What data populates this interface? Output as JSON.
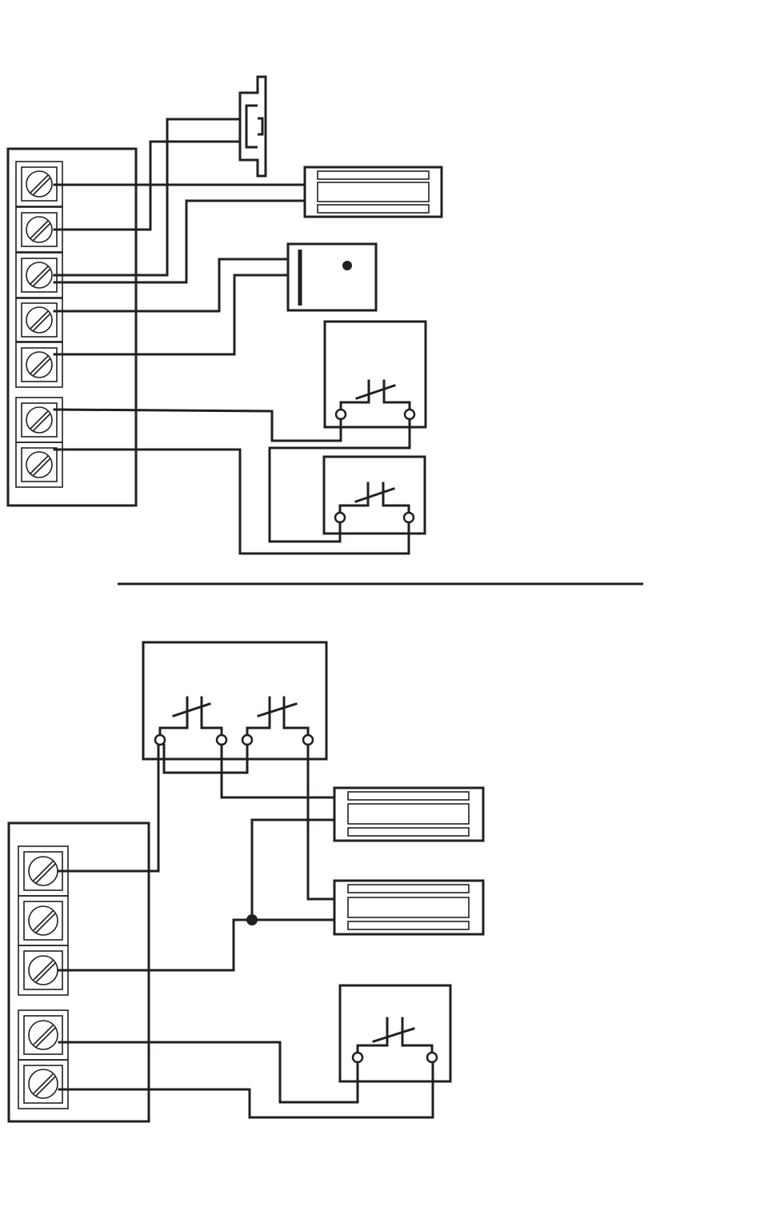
{
  "diagram": {
    "top_section": {
      "terminal_count": 7,
      "terminal_groups": [
        5,
        2
      ],
      "devices": [
        "door-strike",
        "magnetic-lock",
        "push-button",
        "contact-switch",
        "contact-switch"
      ]
    },
    "bottom_section": {
      "terminal_count": 5,
      "terminal_groups": [
        3,
        2
      ],
      "devices": [
        "dual-contact-switch",
        "magnetic-lock",
        "magnetic-lock",
        "contact-switch"
      ],
      "junction_nodes": 1
    }
  }
}
